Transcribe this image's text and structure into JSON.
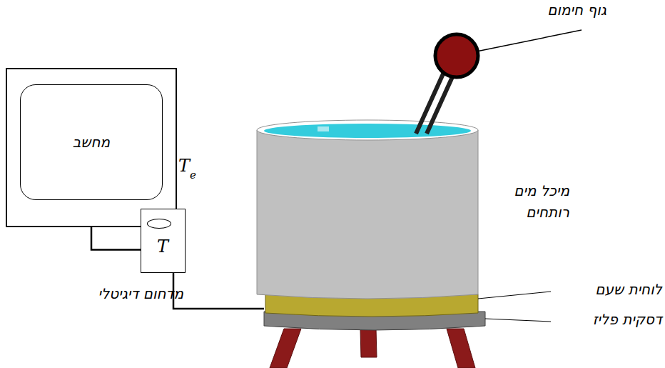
{
  "diagram": {
    "nodes": [
      {
        "text": [
          "מחשב"
        ]
      },
      {
        "text": [
          "T",
          "מדחום דיגיטלי"
        ]
      }
    ],
    "edges": [
      {
        "from": 0,
        "to": 1,
        "arrow": "none"
      }
    ],
    "labels": [
      "גוף חימום",
      "T",
      "e",
      "מיכל מים רותחים",
      "לוחית שעם",
      "דסקית פליז"
    ]
  }
}
